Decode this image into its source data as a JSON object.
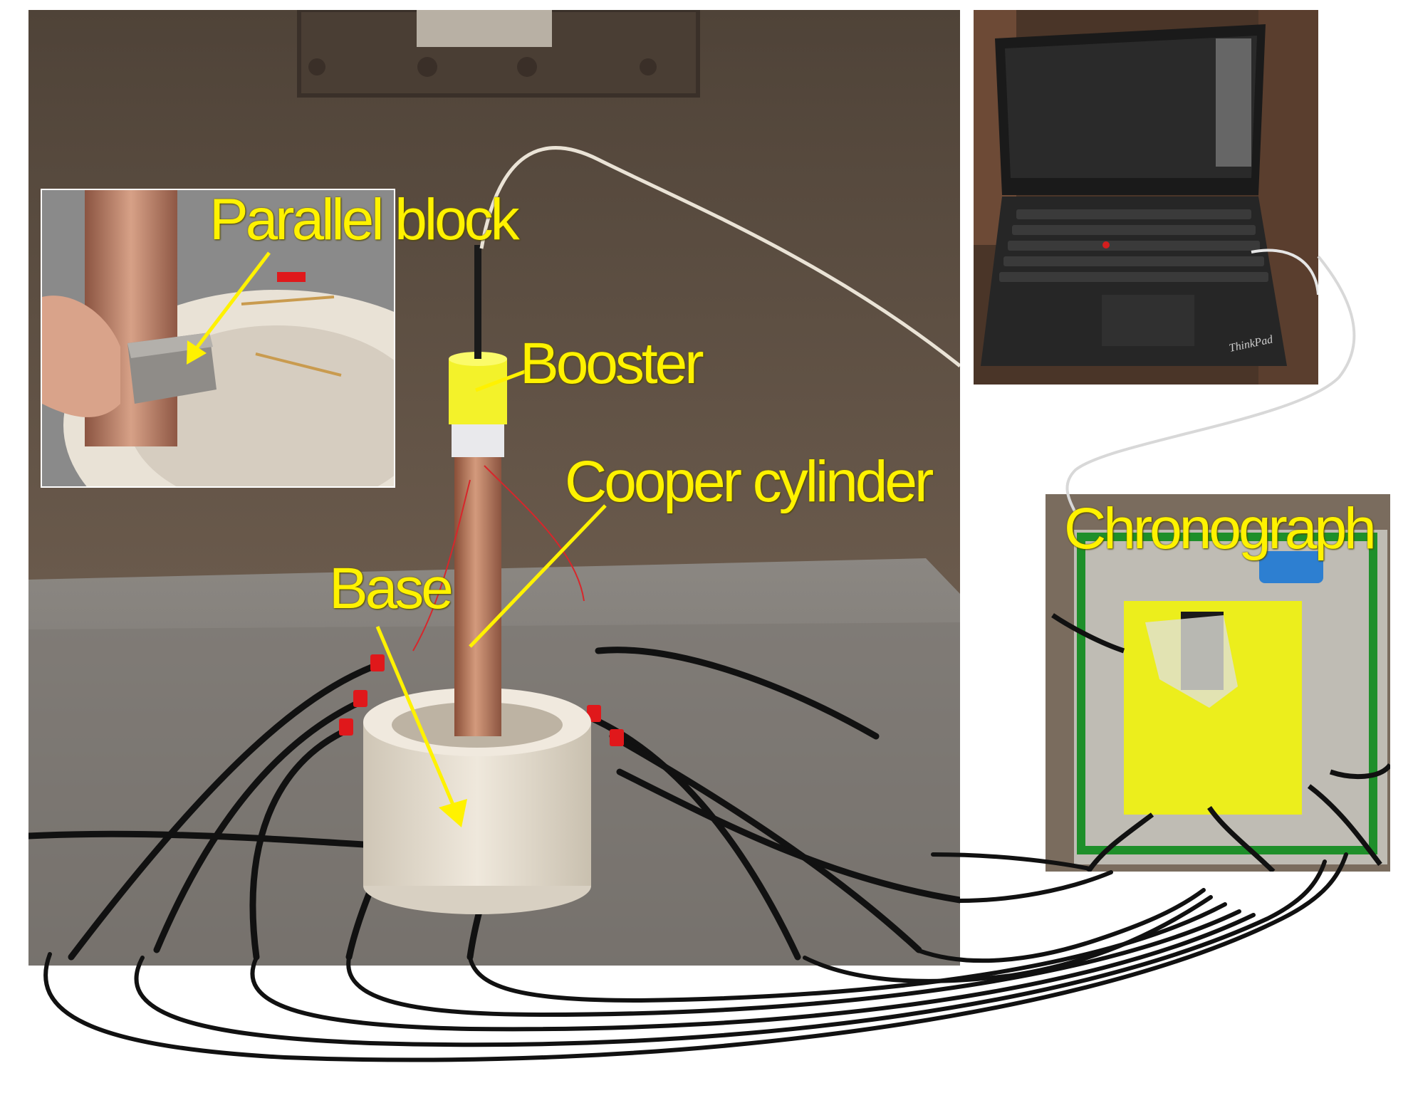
{
  "labels": {
    "parallel_block": "Parallel block",
    "booster": "Booster",
    "cooper_cylinder": "Cooper cylinder",
    "base": "Base",
    "chronograph": "Chronograph"
  },
  "laptop": {
    "brand": "ThinkPad"
  },
  "colors": {
    "label_yellow": "#fff200",
    "copper": "#b8775a",
    "booster_yellow": "#f3f22a",
    "nylon_base": "#e8e0d3",
    "wire_black": "#111111",
    "wire_tip_red": "#e0181b",
    "chronograph_yellow": "#ecee1c"
  }
}
